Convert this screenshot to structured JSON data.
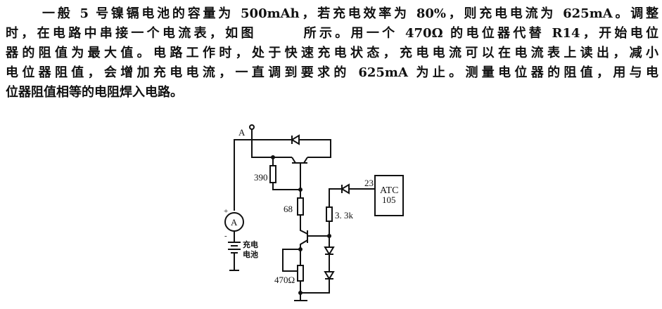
{
  "paragraph": {
    "lines": [
      "一般 5 号镍镉电池的容量为 500mAh，若充电效率为 80%，则充电电流为 625mA。调整",
      "时，在电路中串接一个电流表，如图　　　所示。用一个 470Ω 的电位器代替 R14，开始电位",
      "器的阻值为最大值。电路工作时，处于快速充电状态，充电电流可以在电流表上读出，减小",
      "电位器阻值，会增加充电电流，一直调到要求的 625mA 为止。测量电位器的阻值，用与电",
      "位器阻值相等的电阻焊入电路。"
    ]
  },
  "circuit": {
    "terminal_label": "A",
    "ammeter_label": "A",
    "plus": "+",
    "minus": "-",
    "battery_label_1": "充电",
    "battery_label_2": "电池",
    "r1": "390",
    "r2": "68",
    "r3": "3. 3k",
    "pot": "470Ω",
    "pin": "23",
    "ic_line1": "ATC",
    "ic_line2": "105"
  }
}
